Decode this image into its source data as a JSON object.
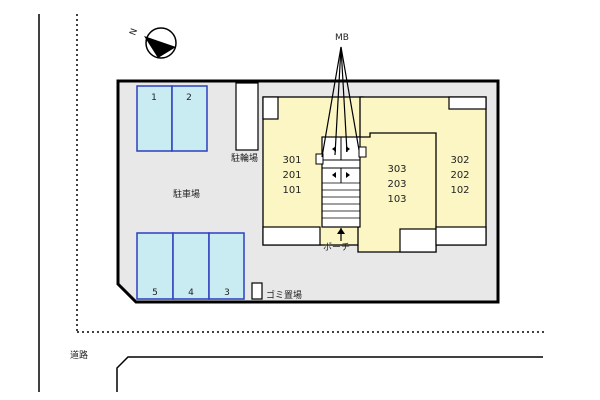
{
  "compass": {
    "north_label": "N"
  },
  "labels": {
    "mb": "MB",
    "bicycle_parking": "駐輪場",
    "parking_lot": "駐車場",
    "porch": "ポーチ",
    "garbage_area": "ゴミ置場",
    "road": "道路"
  },
  "parking_spaces": {
    "top": [
      "1",
      "2"
    ],
    "bottom": [
      "5",
      "4",
      "3"
    ]
  },
  "units": {
    "left": [
      "301",
      "201",
      "101"
    ],
    "center": [
      "303",
      "203",
      "103"
    ],
    "right": [
      "302",
      "202",
      "102"
    ]
  },
  "colors": {
    "lot": "#e8e8e8",
    "building": "#fbf6c4",
    "parking_space": "#c8ecf2",
    "parking_border": "#2c3fbf",
    "outline": "#000000"
  }
}
